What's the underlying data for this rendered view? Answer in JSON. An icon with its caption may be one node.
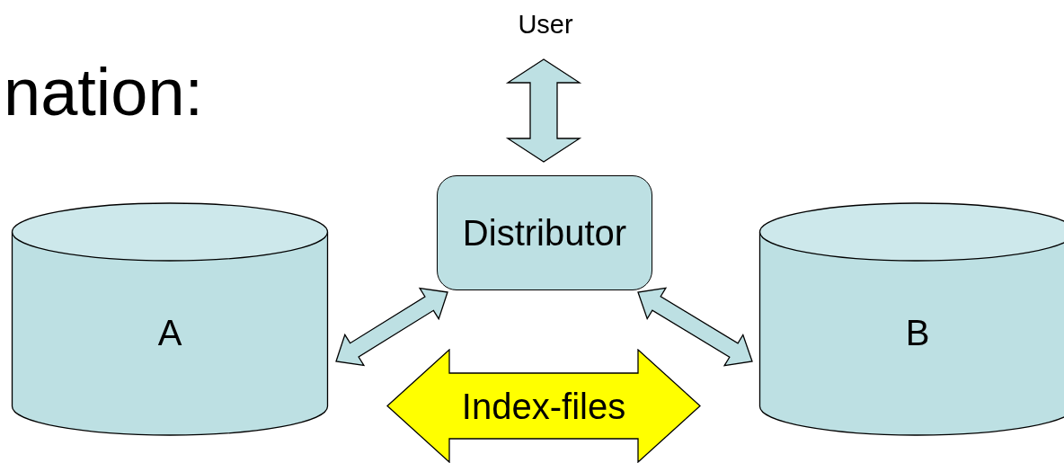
{
  "diagram": {
    "nodes": [
      {
        "text": [
          "User"
        ]
      },
      {
        "text": [
          "Distributor"
        ]
      },
      {
        "text": [
          "A"
        ]
      },
      {
        "text": [
          "B"
        ]
      },
      {
        "text": [
          "Index-files"
        ]
      }
    ],
    "edges": [
      {
        "from": 0,
        "to": 1,
        "arrow": "both"
      },
      {
        "from": 1,
        "to": 2,
        "arrow": "both"
      },
      {
        "from": 1,
        "to": 3,
        "arrow": "both"
      }
    ],
    "labels": [
      "nation:"
    ]
  }
}
